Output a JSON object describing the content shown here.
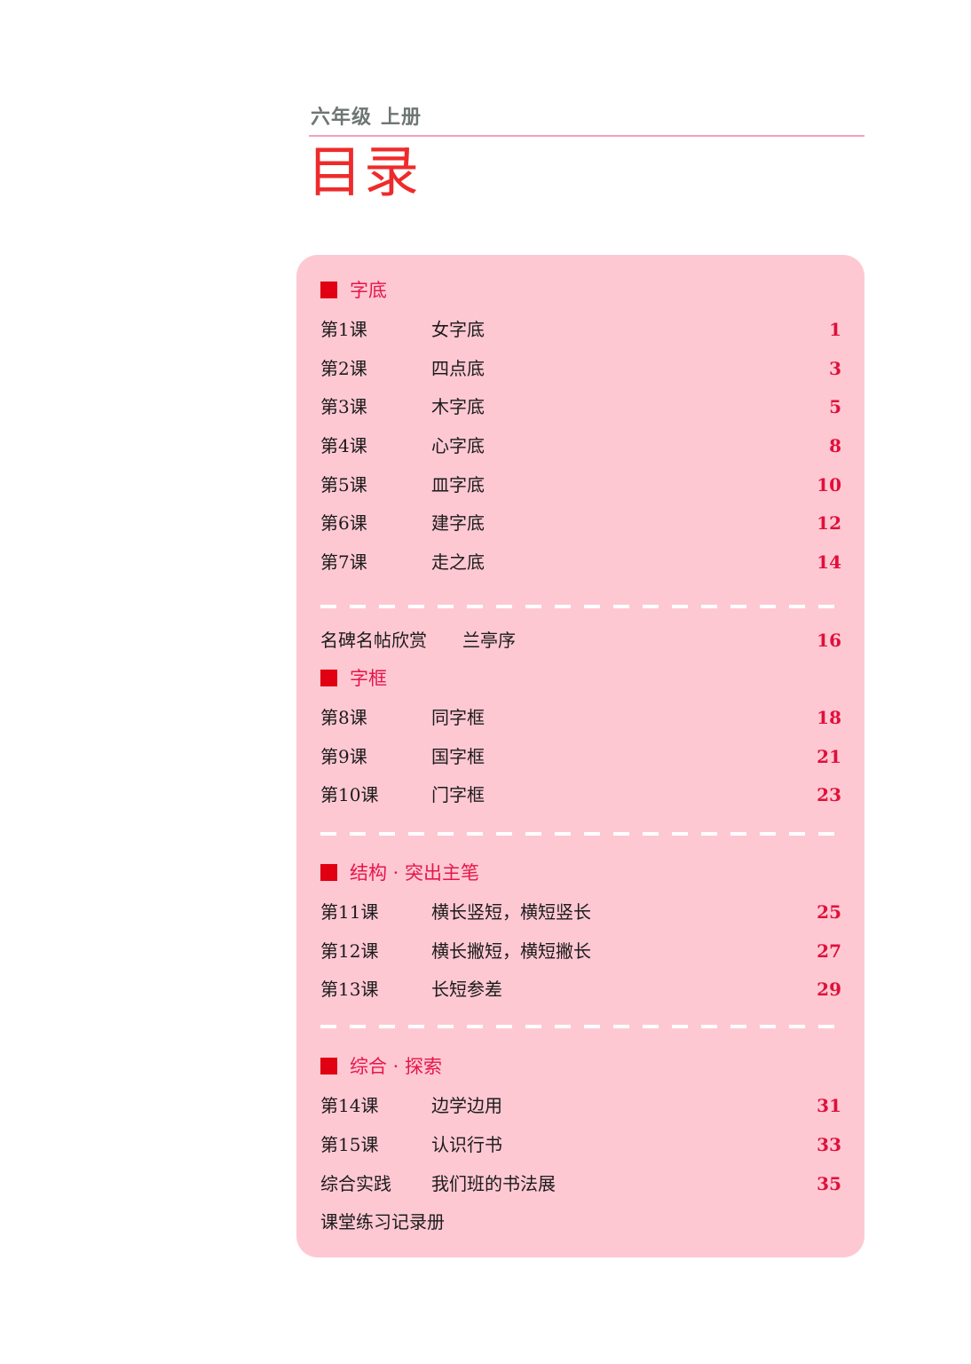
{
  "header": {
    "grade": "六年级",
    "volume": "上册",
    "title": "目录"
  },
  "colors": {
    "title": "#ee2b2b",
    "panel_bg": "#fec8d3",
    "section_marker": "#e00012",
    "section_text": "#e5164a",
    "page_number": "#e0103a",
    "grade_text": "#6e7673",
    "rule": "#f2a4b8"
  },
  "sections": [
    {
      "title": "字底",
      "items": [
        {
          "lesson": "第1课",
          "topic": "女字底",
          "page": "1"
        },
        {
          "lesson": "第2课",
          "topic": "四点底",
          "page": "3"
        },
        {
          "lesson": "第3课",
          "topic": "木字底",
          "page": "5"
        },
        {
          "lesson": "第4课",
          "topic": "心字底",
          "page": "8"
        },
        {
          "lesson": "第5课",
          "topic": "皿字底",
          "page": "10"
        },
        {
          "lesson": "第6课",
          "topic": "建字底",
          "page": "12"
        },
        {
          "lesson": "第7课",
          "topic": "走之底",
          "page": "14"
        }
      ]
    },
    {
      "title": "字框",
      "items": [
        {
          "lesson": "第8课",
          "topic": "同字框",
          "page": "18"
        },
        {
          "lesson": "第9课",
          "topic": "国字框",
          "page": "21"
        },
        {
          "lesson": "第10课",
          "topic": "门字框",
          "page": "23"
        }
      ]
    },
    {
      "title": "结构 · 突出主笔",
      "items": [
        {
          "lesson": "第11课",
          "topic": "横长竖短，横短竖长",
          "page": "25"
        },
        {
          "lesson": "第12课",
          "topic": "横长撇短，横短撇长",
          "page": "27"
        },
        {
          "lesson": "第13课",
          "topic": "长短参差",
          "page": "29"
        }
      ]
    },
    {
      "title": "综合 · 探索",
      "items": [
        {
          "lesson": "第14课",
          "topic": "边学边用",
          "page": "31"
        },
        {
          "lesson": "第15课",
          "topic": "认识行书",
          "page": "33"
        },
        {
          "lesson": "综合实践",
          "topic": "我们班的书法展",
          "page": "35"
        }
      ]
    }
  ],
  "appreciation": {
    "label": "名碑名帖欣赏",
    "topic": "兰亭序",
    "page": "16"
  },
  "appendix": {
    "label": "课堂练习记录册"
  }
}
